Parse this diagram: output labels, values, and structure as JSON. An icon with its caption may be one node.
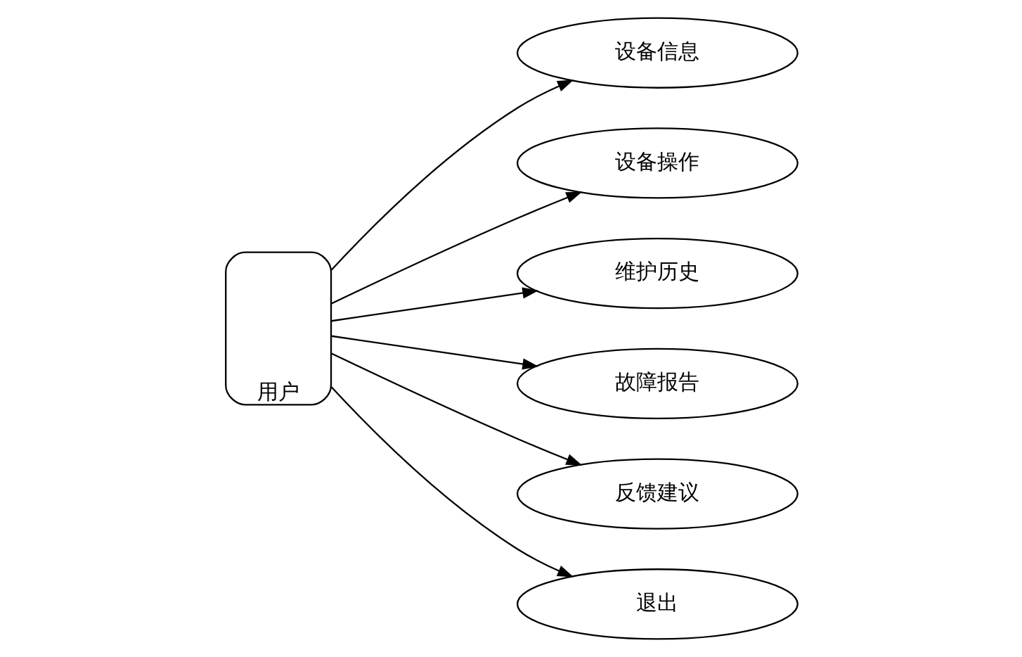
{
  "diagram": {
    "nodes": [
      {
        "text": [
          "用户"
        ]
      },
      {
        "text": [
          "设备信息"
        ]
      },
      {
        "text": [
          "设备操作"
        ]
      },
      {
        "text": [
          "维护历史"
        ]
      },
      {
        "text": [
          "故障报告"
        ]
      },
      {
        "text": [
          "反馈建议"
        ]
      },
      {
        "text": [
          "退出"
        ]
      }
    ],
    "edges": [
      {
        "from": 0,
        "to": 1,
        "arrow": "to"
      },
      {
        "from": 0,
        "to": 2,
        "arrow": "to"
      },
      {
        "from": 0,
        "to": 3,
        "arrow": "to"
      },
      {
        "from": 0,
        "to": 4,
        "arrow": "to"
      },
      {
        "from": 0,
        "to": 5,
        "arrow": "to"
      },
      {
        "from": 0,
        "to": 6,
        "arrow": "to"
      }
    ]
  }
}
